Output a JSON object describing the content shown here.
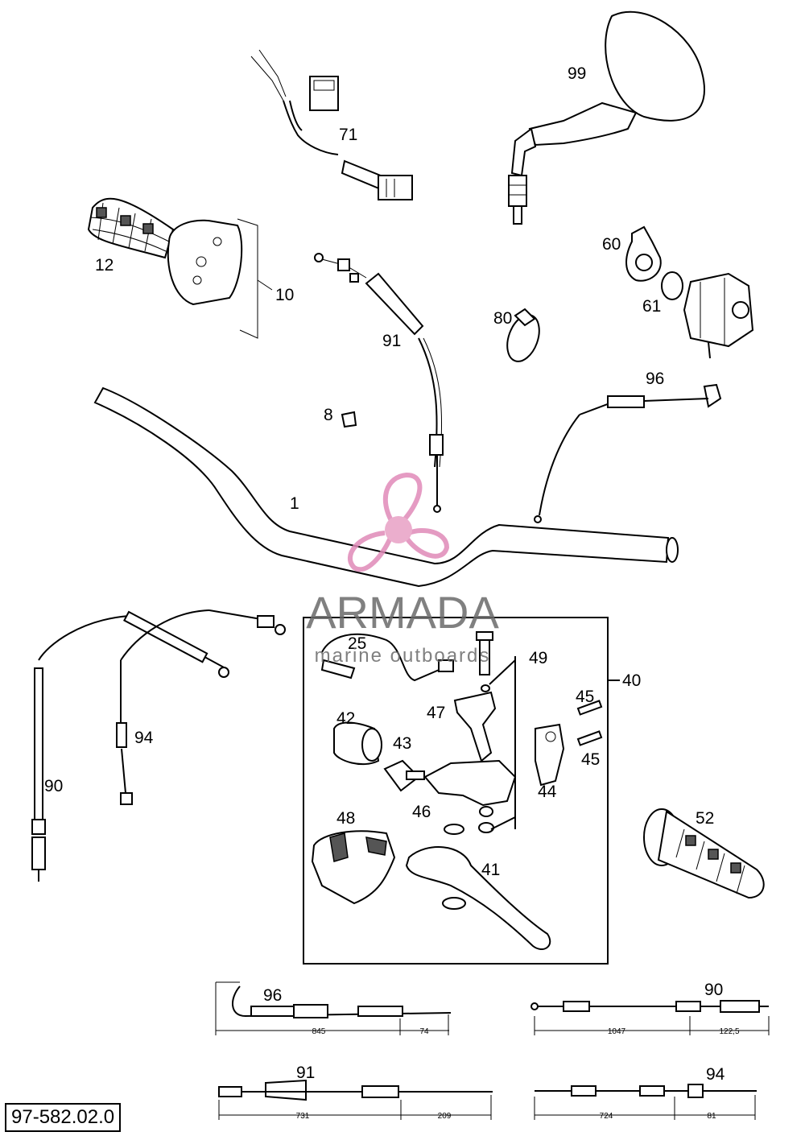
{
  "drawing_id": "97-582.02.0",
  "watermark": {
    "brand": "ARMADA",
    "tagline": "marine outboards"
  },
  "part_labels": {
    "p1": "1",
    "p8": "8",
    "p10": "10",
    "p12": "12",
    "p25": "25",
    "p40": "40",
    "p41": "41",
    "p42": "42",
    "p43": "43",
    "p44": "44",
    "p45a": "45",
    "p45b": "45",
    "p46": "46",
    "p47": "47",
    "p48": "48",
    "p49": "49",
    "p52": "52",
    "p60": "60",
    "p61": "61",
    "p71": "71",
    "p80": "80",
    "p90": "90",
    "p91": "91",
    "p94": "94",
    "p96": "96",
    "p99": "99"
  },
  "cable_specs": [
    {
      "part": "96",
      "lengths": [
        "845",
        "74"
      ]
    },
    {
      "part": "90",
      "lengths": [
        "1047",
        "122,5"
      ]
    },
    {
      "part": "91",
      "lengths": [
        "731",
        "209"
      ]
    },
    {
      "part": "94",
      "lengths": [
        "724",
        "81"
      ]
    }
  ]
}
